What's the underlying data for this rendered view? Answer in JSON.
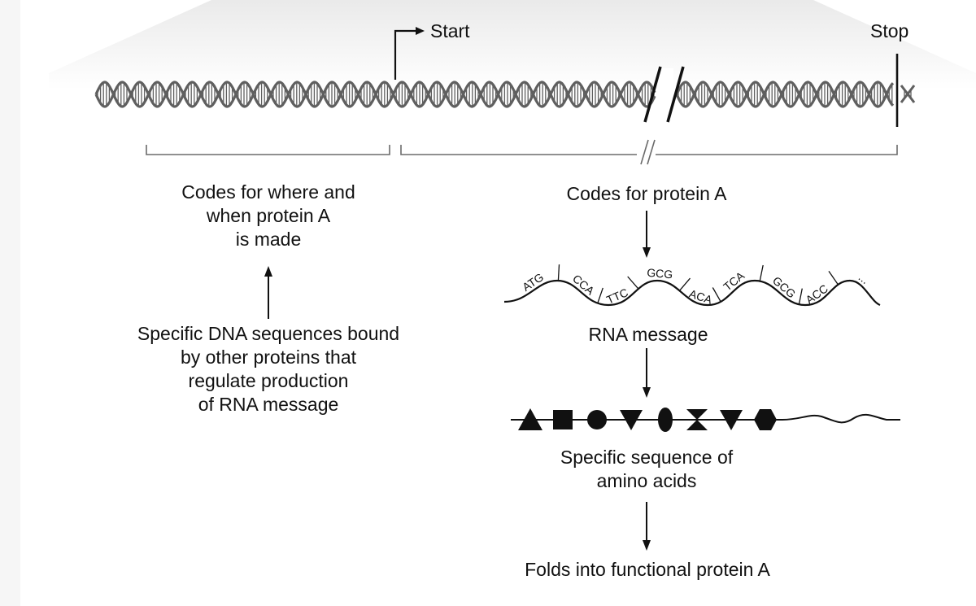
{
  "colors": {
    "background": "#f6f6f6",
    "paper": "#ffffff",
    "dna": "#5f5f5f",
    "ink": "#111111",
    "bracket": "#6b6b6b"
  },
  "labels": {
    "start": "Start",
    "stop": "Stop",
    "regulatory_region": [
      "Codes for where and",
      "when protein A",
      "is made"
    ],
    "coding_region": "Codes for protein A",
    "regulatory_sequences": [
      "Specific DNA sequences bound",
      "by other proteins that",
      "regulate production",
      "of RNA message"
    ],
    "rna_message": "RNA message",
    "amino_acid_sequence": [
      "Specific sequence of",
      "amino acids"
    ],
    "functional_protein": "Folds into functional protein A"
  },
  "rna_codons": [
    "ATG",
    "CCA",
    "TTC",
    "GCG",
    "ACA",
    "TCA",
    "GCG",
    "ACC",
    "..."
  ],
  "amino_acid_shapes": [
    "triangle-up",
    "square",
    "circle",
    "triangle-down",
    "oval",
    "hourglass",
    "triangle-down",
    "hexagon"
  ],
  "icons": {
    "dna_helix": "dna-double-helix-icon",
    "break_marks": "double-slash-break-icon"
  }
}
